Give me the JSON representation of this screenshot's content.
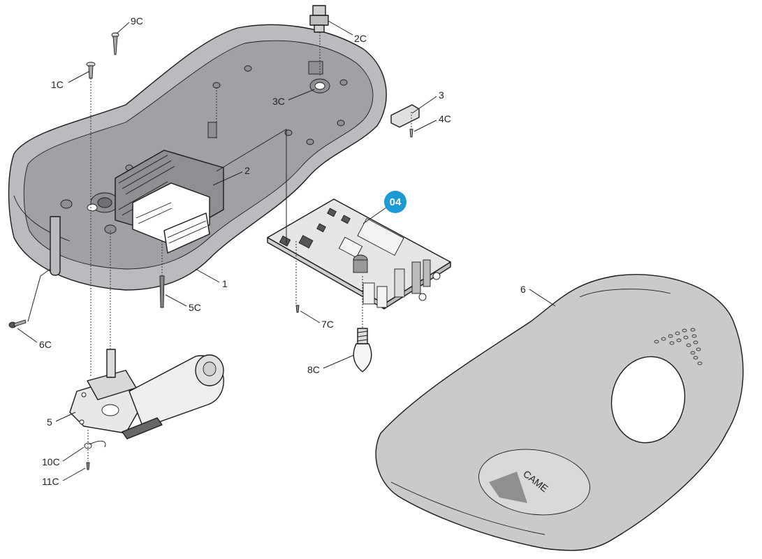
{
  "diagram": {
    "part_labels": {
      "c9": "9C",
      "c2": "2C",
      "c1": "1C",
      "c3": "3C",
      "p3": "3",
      "c4": "4C",
      "p2": "2",
      "p1": "1",
      "c5": "5C",
      "c6": "6C",
      "c7": "7C",
      "c8": "8C",
      "p5": "5",
      "c10": "10C",
      "c11": "11C",
      "p6": "6"
    },
    "highlight": {
      "label": "04",
      "color": "#1b9ad6"
    },
    "cover_logo": "CAME",
    "colors": {
      "housing": "#b9bbbe",
      "cover": "#c9cacc",
      "board": "#e6e6e6",
      "motor": "#e8e8e8",
      "line": "#1a1a1a"
    }
  }
}
